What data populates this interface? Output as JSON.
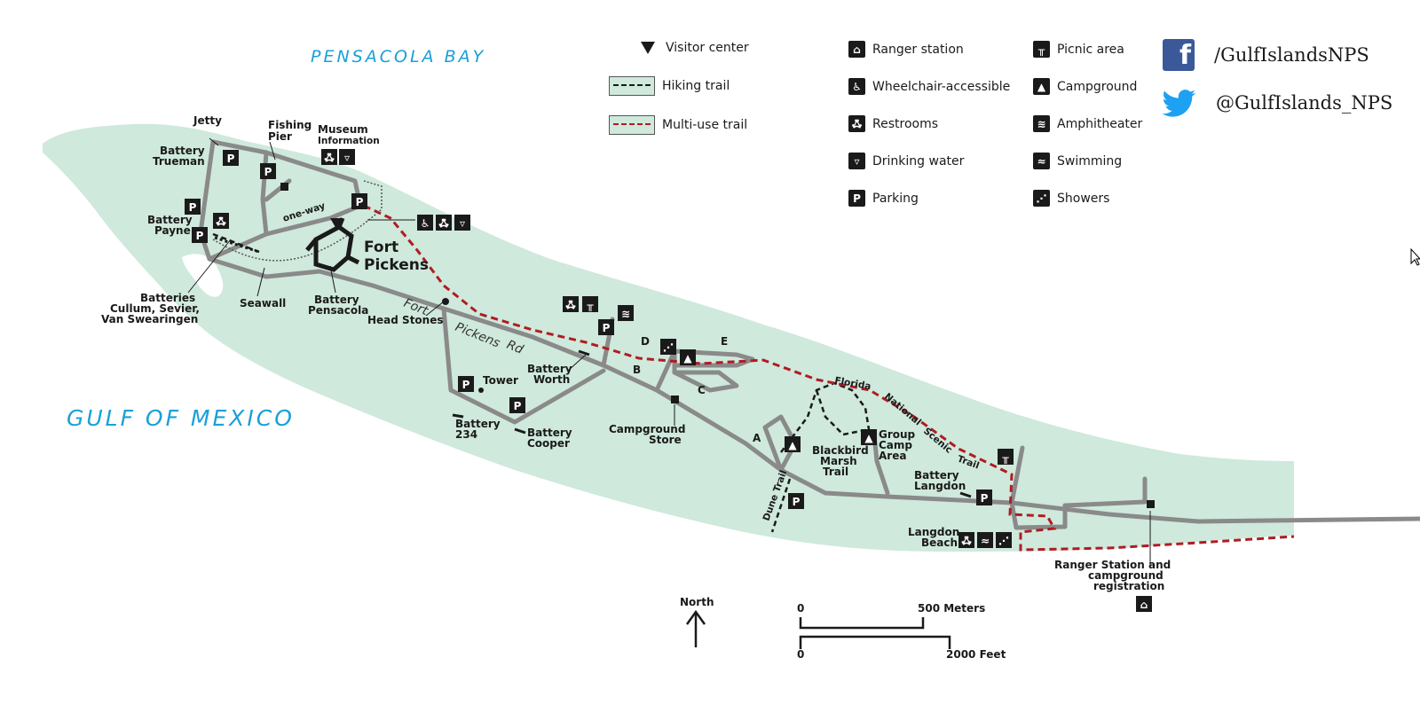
{
  "water_labels": {
    "bay": "PENSACOLA   BAY",
    "gulf": "GULF OF MEXICO"
  },
  "legend": {
    "visitor_center": "Visitor center",
    "hiking_trail": "Hiking trail",
    "multi_use_trail": "Multi-use trail",
    "ranger_station": "Ranger station",
    "wheelchair": "Wheelchair-accessible",
    "restrooms": "Restrooms",
    "drinking_water": "Drinking water",
    "parking": "Parking",
    "picnic": "Picnic area",
    "campground": "Campground",
    "amphitheater": "Amphitheater",
    "swimming": "Swimming",
    "showers": "Showers"
  },
  "social": {
    "facebook": "/GulfIslandsNPS",
    "twitter": "@GulfIslands_NPS"
  },
  "places": {
    "jetty": "Jetty",
    "fishing_pier_1": "Fishing",
    "fishing_pier_2": "Pier",
    "museum": "Museum",
    "information": "Information",
    "battery_trueman_1": "Battery",
    "battery_trueman_2": "Trueman",
    "battery_payne_1": "Battery",
    "battery_payne_2": "Payne",
    "one_way": "one-way",
    "fort_pickens_1": "Fort",
    "fort_pickens_2": "Pickens",
    "batteries_1": "Batteries",
    "batteries_2": "Cullum, Sevier,",
    "batteries_3": "Van Swearingen",
    "seawall": "Seawall",
    "battery_pensacola_1": "Battery",
    "battery_pensacola_2": "Pensacola",
    "head_stones": "Head Stones",
    "road_1": "Fort",
    "road_2": "Pickens",
    "road_3": "Rd",
    "tower": "Tower",
    "battery_234_1": "Battery",
    "battery_234_2": "234",
    "battery_cooper_1": "Battery",
    "battery_cooper_2": "Cooper",
    "battery_worth_1": "Battery",
    "battery_worth_2": "Worth",
    "loop_a": "A",
    "loop_b": "B",
    "loop_c": "C",
    "loop_d": "D",
    "loop_e": "E",
    "campground_store_1": "Campground",
    "campground_store_2": "Store",
    "dune_trail": "Dune Trail",
    "blackbird_1": "Blackbird",
    "blackbird_2": "Marsh",
    "blackbird_3": "Trail",
    "group_camp_1": "Group",
    "group_camp_2": "Camp",
    "group_camp_3": "Area",
    "fnst_1": "Florida",
    "fnst_2": "National",
    "fnst_3": "Scenic",
    "fnst_4": "Trail",
    "battery_langdon_1": "Battery",
    "battery_langdon_2": "Langdon",
    "langdon_beach_1": "Langdon",
    "langdon_beach_2": "Beach",
    "ranger_reg_1": "Ranger Station and",
    "ranger_reg_2": "campground",
    "ranger_reg_3": "registration"
  },
  "scale": {
    "north": "North",
    "zero_m": "0",
    "meters": "500 Meters",
    "zero_ft": "0",
    "feet": "2000 Feet"
  },
  "colors": {
    "land": "#cfe9dc",
    "road": "#8a8a8a",
    "multi_use_trail": "#b01c22",
    "water_text": "#1aa0d8"
  }
}
